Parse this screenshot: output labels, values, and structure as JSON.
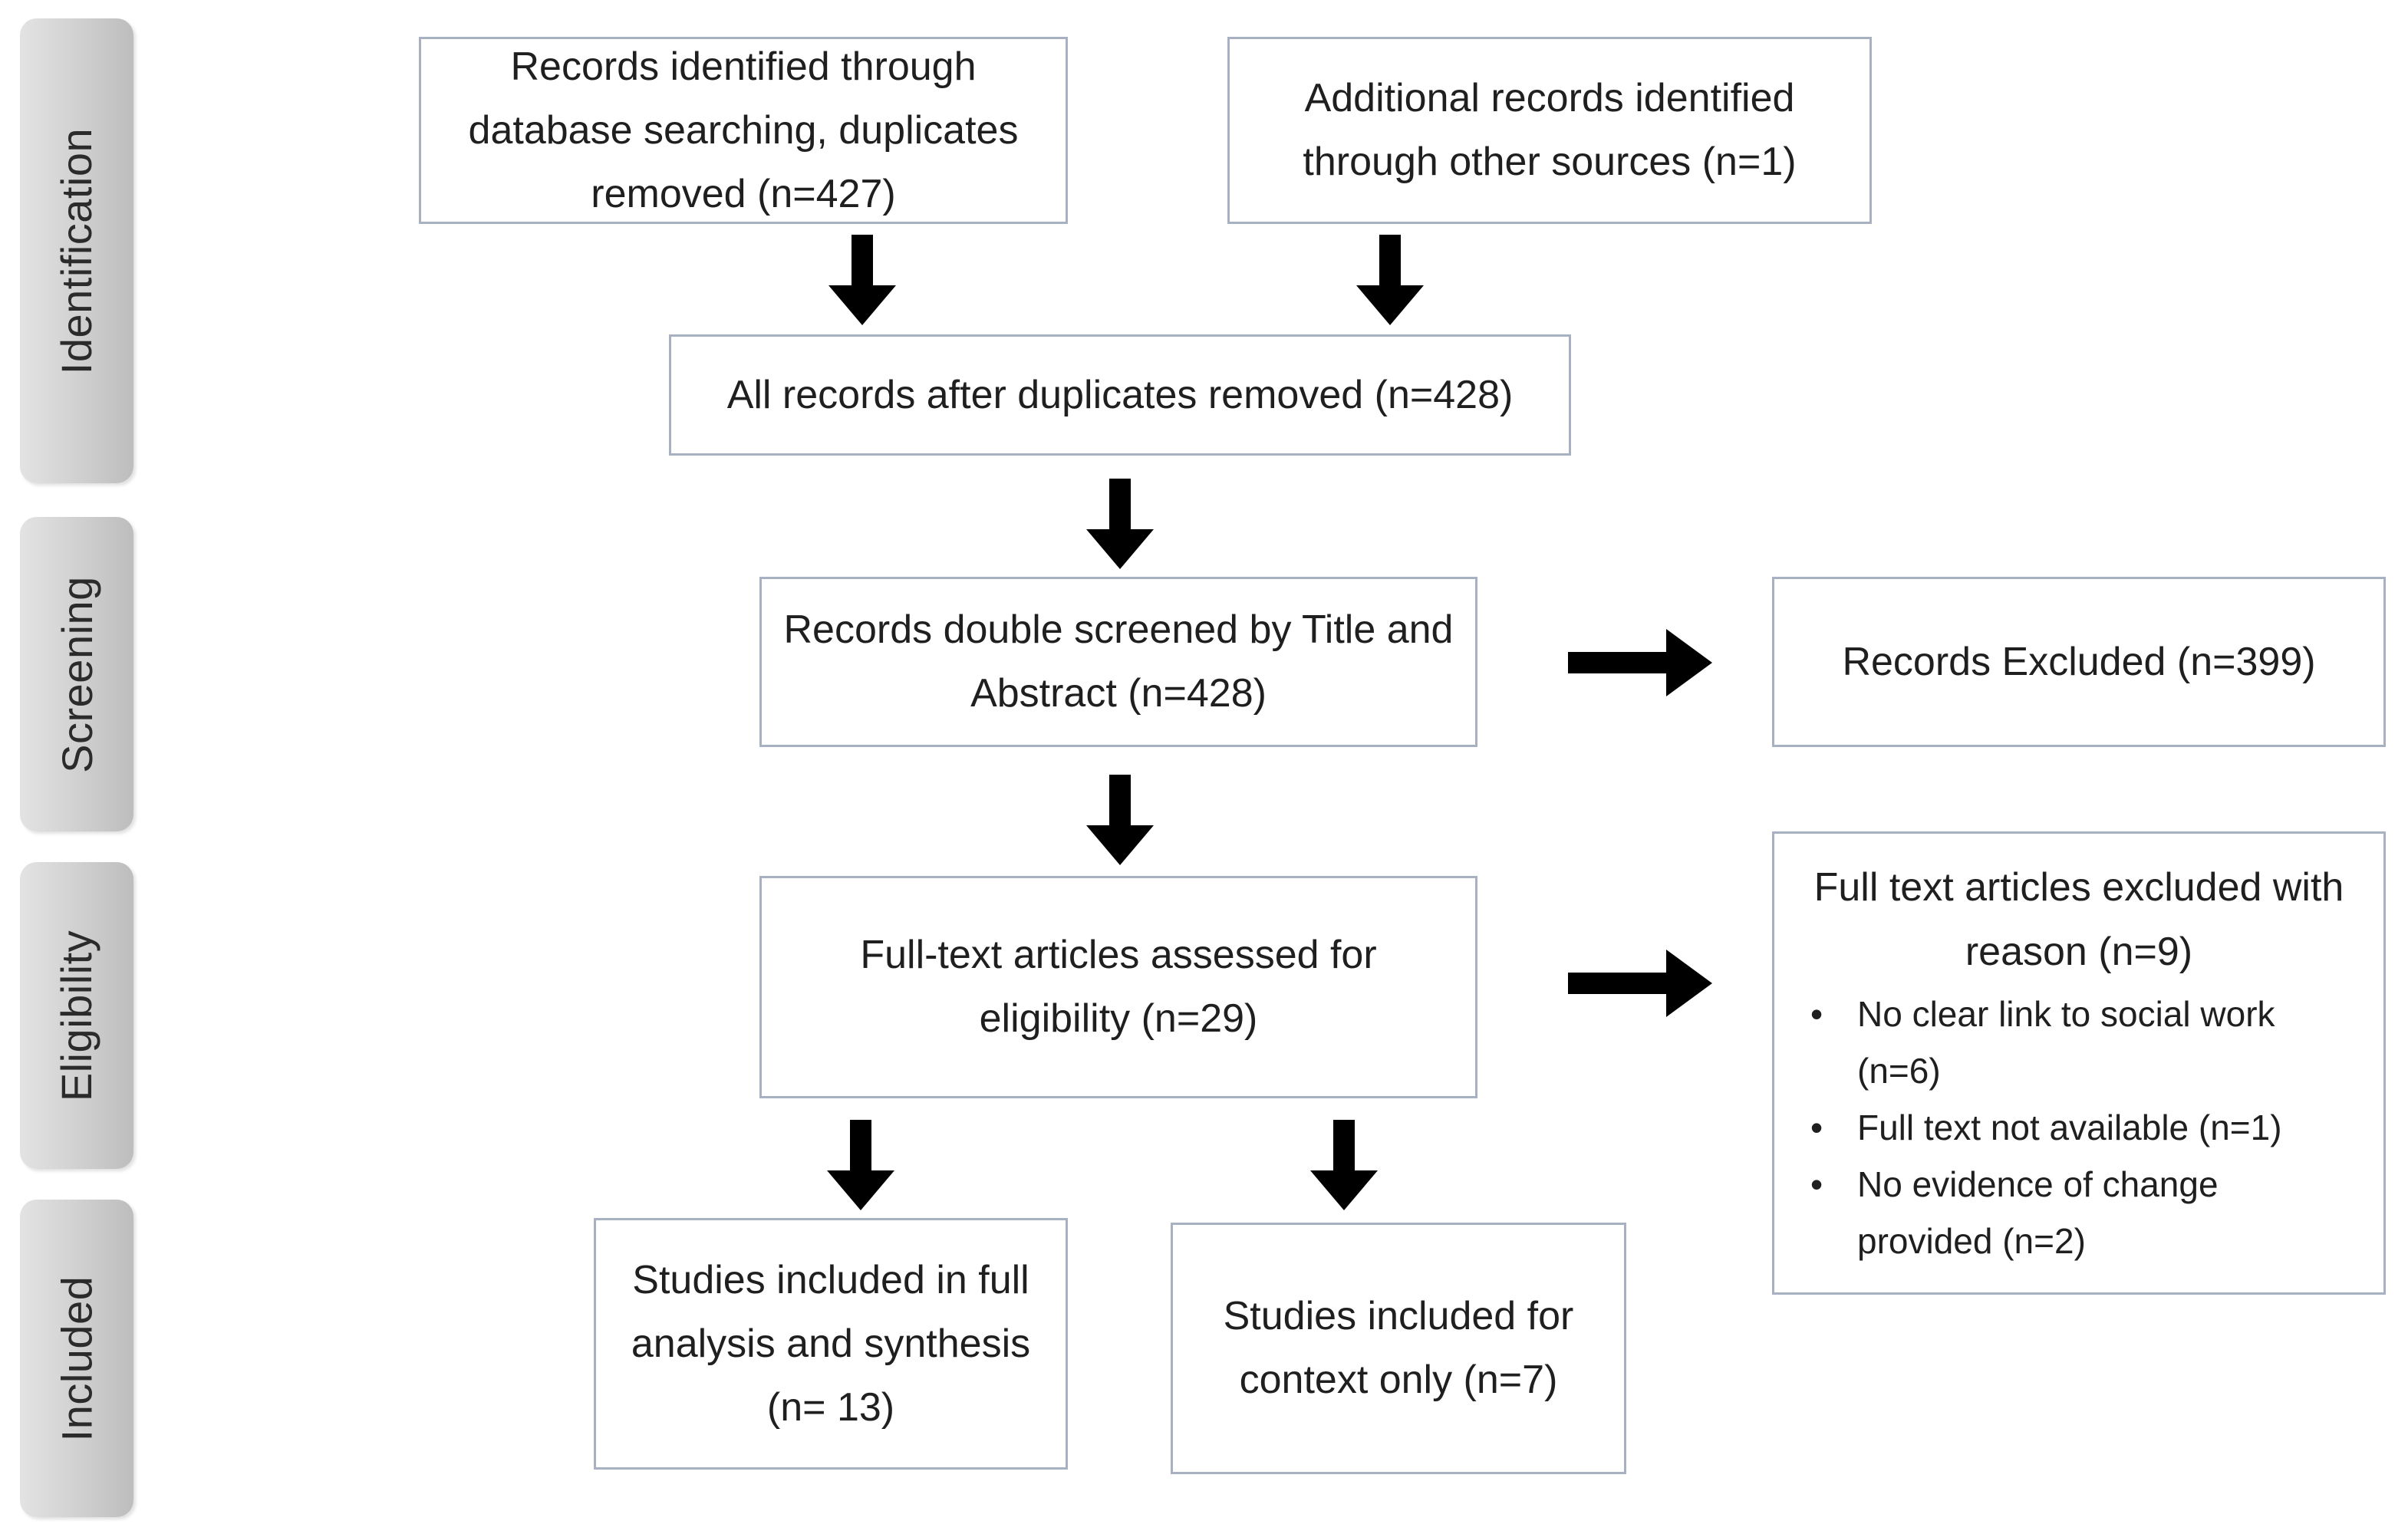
{
  "phases": {
    "identification": "Identification",
    "screening": "Screening",
    "eligibility": "Eligibility",
    "included": "Included"
  },
  "boxes": {
    "database_records": "Records identified through database searching, duplicates removed (n=427)",
    "other_sources": "Additional records identified through other sources (n=1)",
    "after_duplicates": "All records after duplicates removed (n=428)",
    "screened": "Records double screened by Title and Abstract (n=428)",
    "excluded": "Records Excluded (n=399)",
    "full_text_assessed": "Full-text articles assessed for eligibility (n=29)",
    "included_full": "Studies included in full analysis and synthesis (n= 13)",
    "included_context": "Studies included for context only  (n=7)"
  },
  "exclusion_reasons": {
    "title": "Full text articles excluded with reason (n=9)",
    "bullet": "•",
    "items": [
      "No clear link to social work (n=6)",
      "Full text not available (n=1)",
      "No evidence of change provided (n=2)"
    ]
  },
  "colors": {
    "box_border": "#a7b1c2",
    "arrow": "#000000",
    "phase_tab": "#cfcfcf"
  }
}
